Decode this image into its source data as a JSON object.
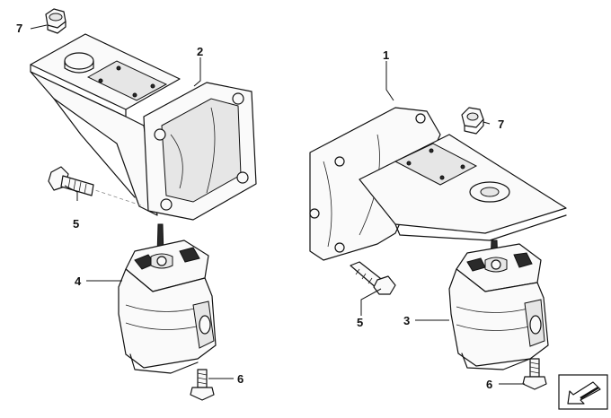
{
  "callouts": [
    {
      "id": "c1",
      "label": "1"
    },
    {
      "id": "c2",
      "label": "2"
    },
    {
      "id": "c3",
      "label": "3"
    },
    {
      "id": "c4",
      "label": "4"
    },
    {
      "id": "c5a",
      "label": "5"
    },
    {
      "id": "c5b",
      "label": "5"
    },
    {
      "id": "c6a",
      "label": "6"
    },
    {
      "id": "c6b",
      "label": "6"
    },
    {
      "id": "c7a",
      "label": "7"
    },
    {
      "id": "c7b",
      "label": "7"
    }
  ],
  "icons": {
    "direction": "arrow-direction-icon"
  }
}
